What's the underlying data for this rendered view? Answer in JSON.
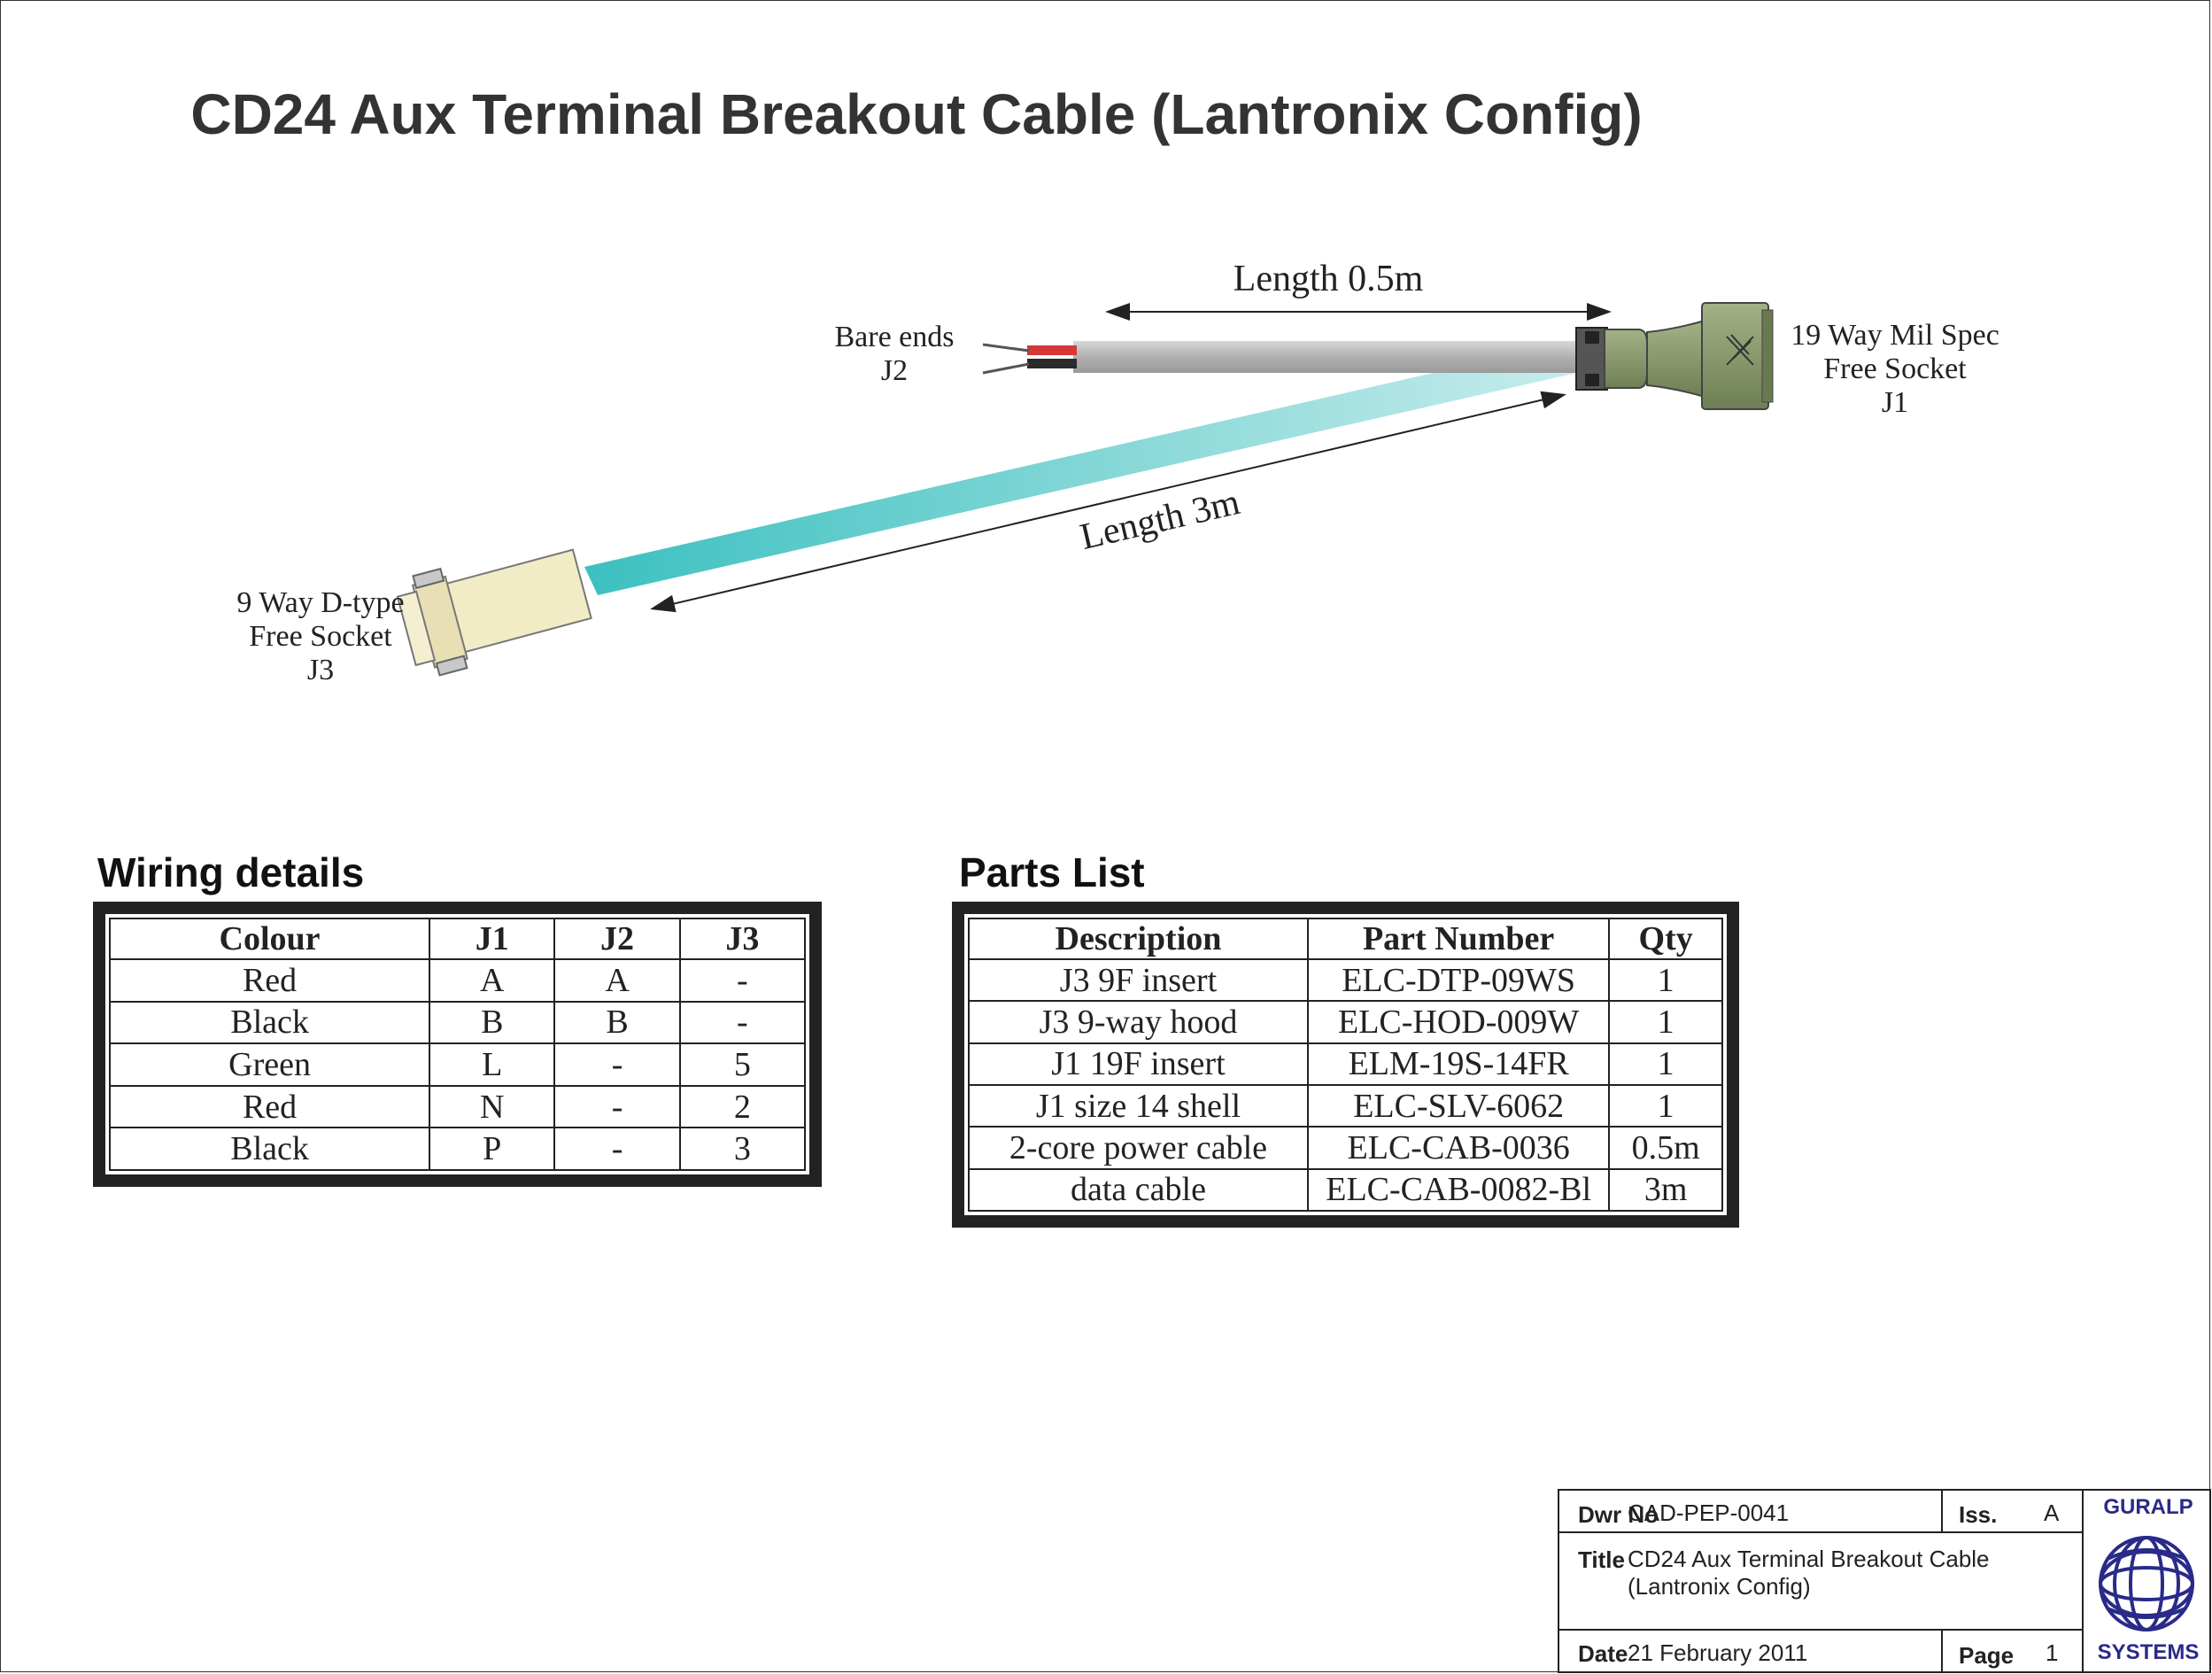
{
  "page": {
    "title": "CD24 Aux Terminal Breakout Cable (Lantronix Config)"
  },
  "diagram": {
    "length_short": "Length 0.5m",
    "length_long": "Length 3m",
    "j2_label": [
      "Bare ends",
      "J2"
    ],
    "j1_label": [
      "19 Way Mil Spec",
      "Free Socket",
      "J1"
    ],
    "j3_label": [
      "9 Way D-type",
      "Free Socket",
      "J3"
    ],
    "colors": {
      "data_cable_a": "#3cc0c0",
      "data_cable_b": "#c8ecec",
      "power_cable": "#b8b8b8",
      "milspec": "#8a9a6e",
      "dtype": "#f2ecc6"
    }
  },
  "wiring": {
    "heading": "Wiring details",
    "headers": [
      "Colour",
      "J1",
      "J2",
      "J3"
    ],
    "rows": [
      [
        "Red",
        "A",
        "A",
        "-"
      ],
      [
        "Black",
        "B",
        "B",
        "-"
      ],
      [
        "Green",
        "L",
        "-",
        "5"
      ],
      [
        "Red",
        "N",
        "-",
        "2"
      ],
      [
        "Black",
        "P",
        "-",
        "3"
      ]
    ]
  },
  "parts": {
    "heading": "Parts List",
    "headers": [
      "Description",
      "Part Number",
      "Qty"
    ],
    "rows": [
      [
        "J3 9F insert",
        "ELC-DTP-09WS",
        "1"
      ],
      [
        "J3 9-way hood",
        "ELC-HOD-009W",
        "1"
      ],
      [
        "J1 19F insert",
        "ELM-19S-14FR",
        "1"
      ],
      [
        "J1 size 14 shell",
        "ELC-SLV-6062",
        "1"
      ],
      [
        "2-core power cable",
        "ELC-CAB-0036",
        "0.5m"
      ],
      [
        "data cable",
        "ELC-CAB-0082-Bl",
        "3m"
      ]
    ]
  },
  "title_block": {
    "dwr_label": "Dwr No",
    "dwr_value": "CAD-PEP-0041",
    "iss_label": "Iss.",
    "iss_value": "A",
    "title_label": "Title",
    "title_line1": "CD24 Aux Terminal Breakout Cable",
    "title_line2": "(Lantronix Config)",
    "date_label": "Date",
    "date_value": "21 February 2011",
    "page_label": "Page",
    "page_value": "1",
    "logo_top": "GURALP",
    "logo_bottom": "SYSTEMS",
    "logo_color": "#2a2a8a"
  }
}
